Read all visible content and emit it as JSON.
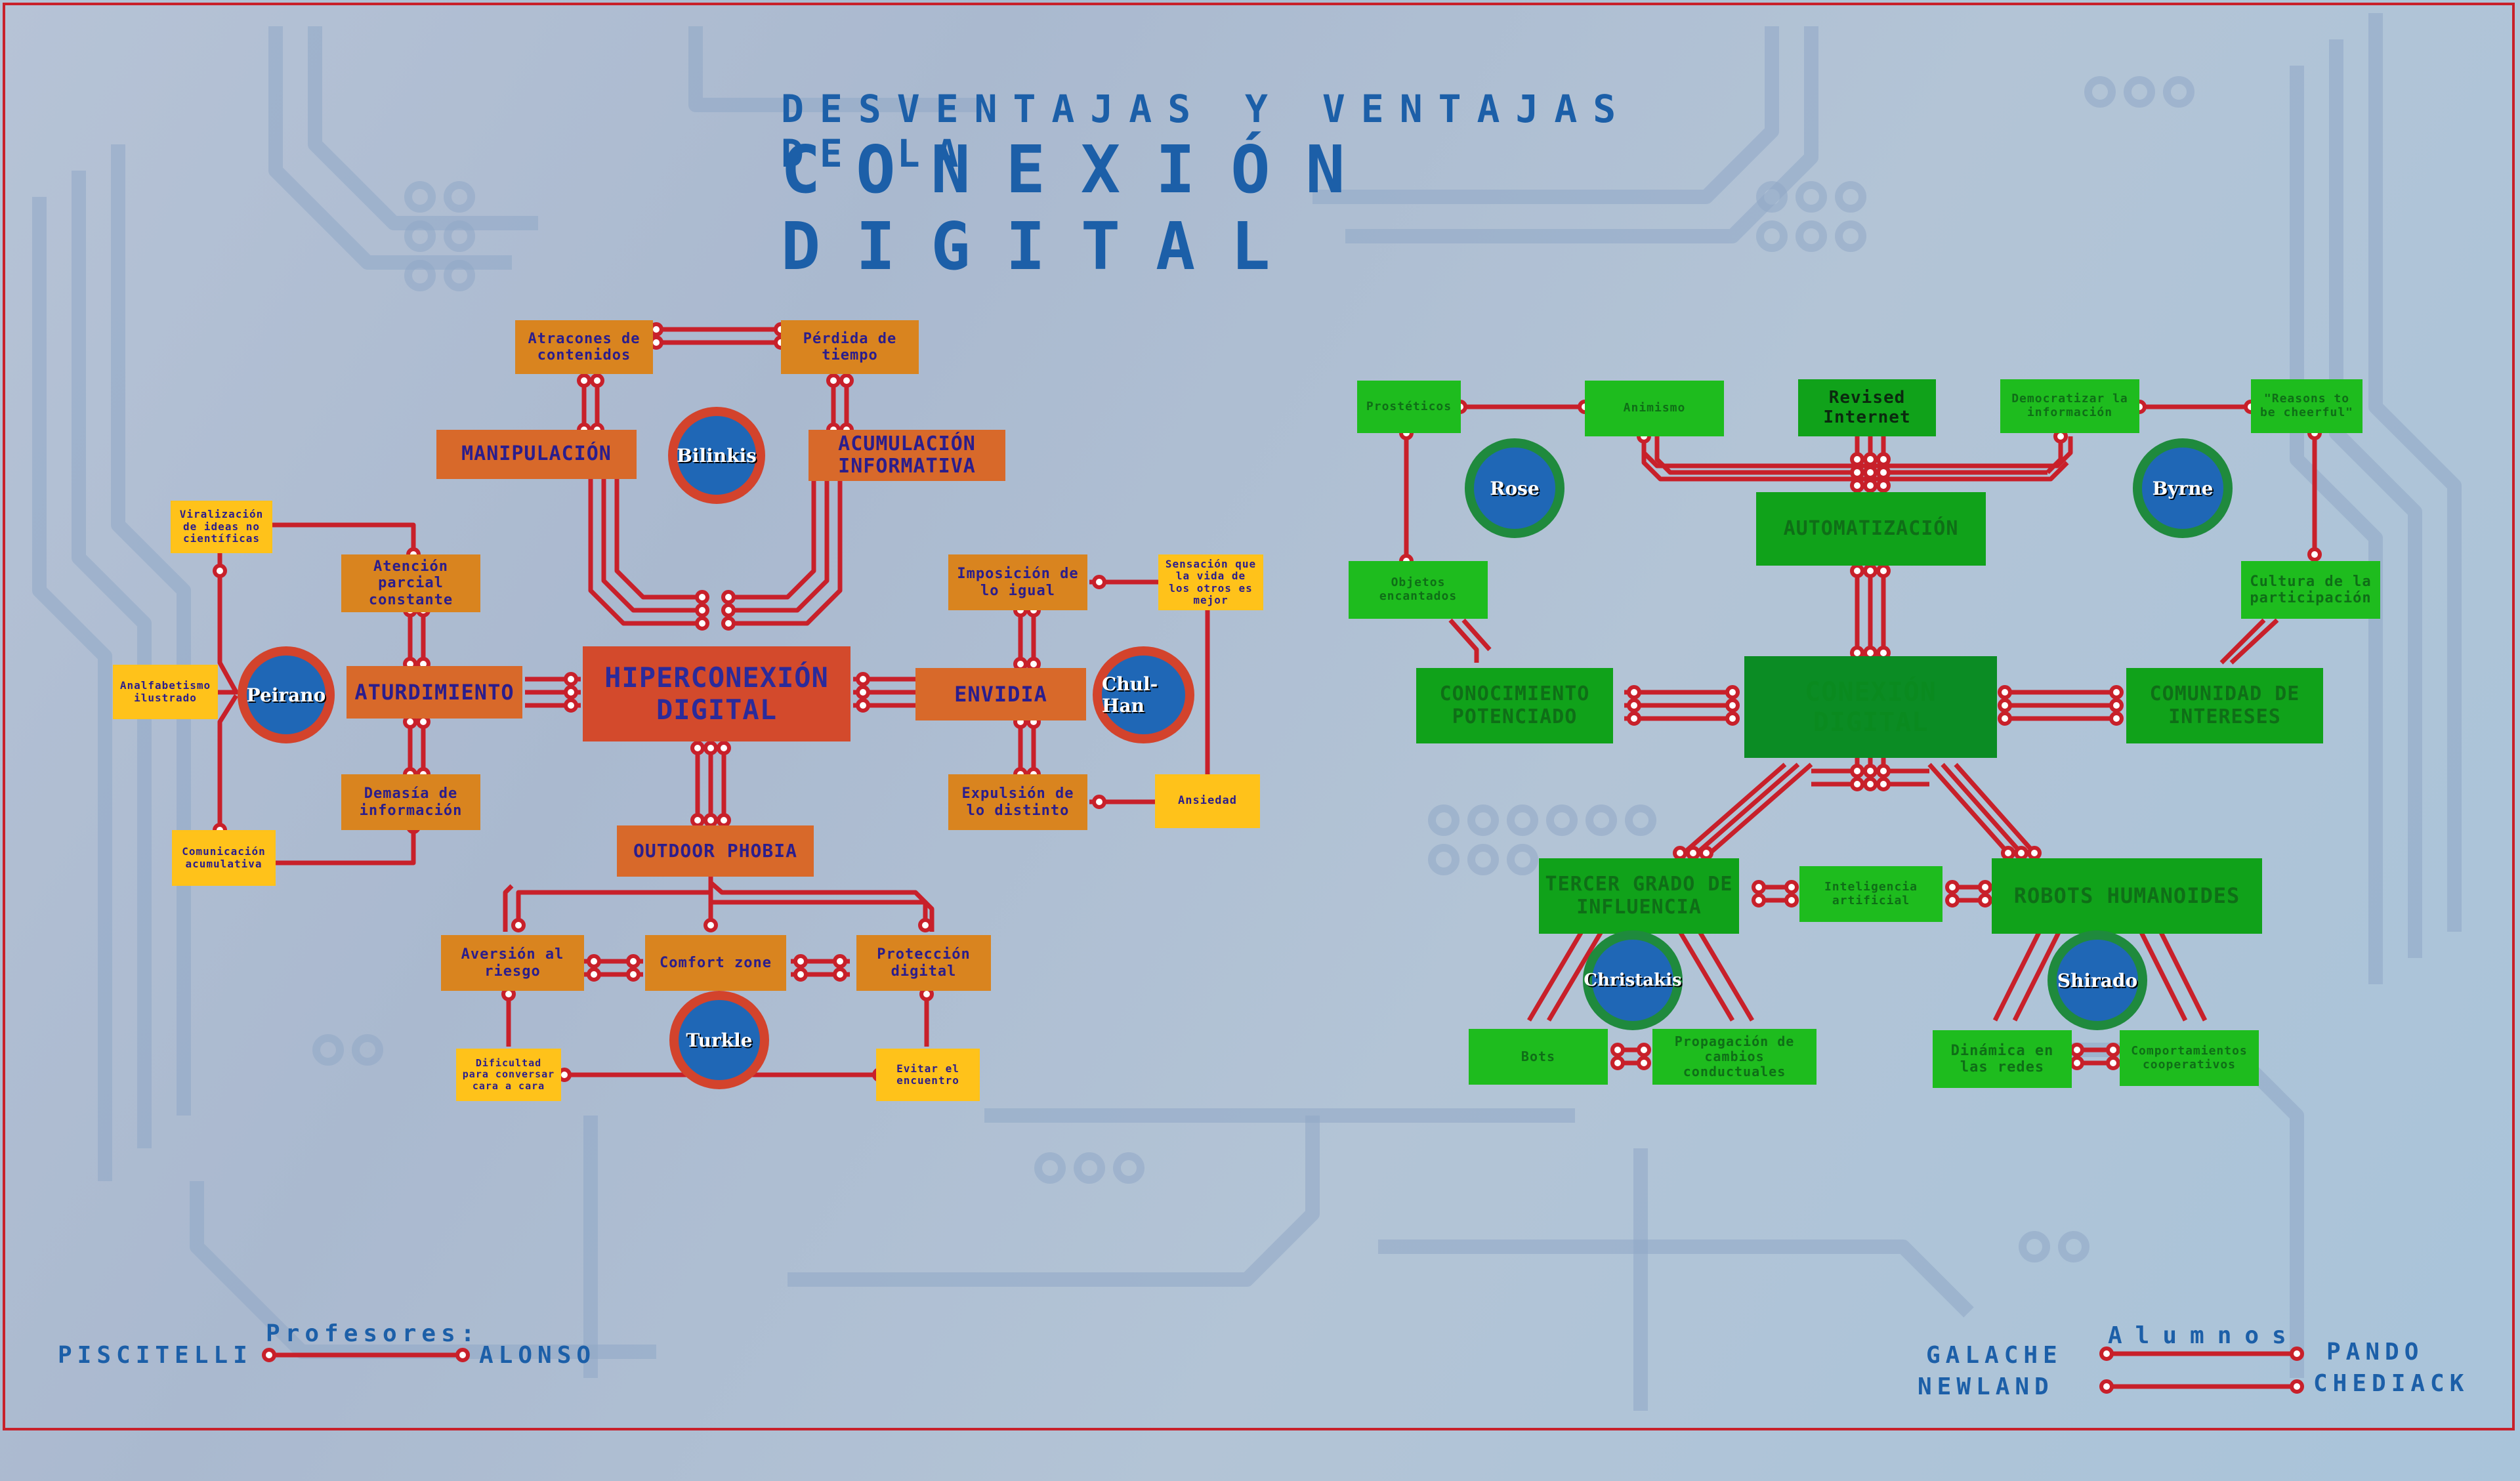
{
  "title": {
    "line1": "DESVENTAJAS Y VENTAJAS DE LA",
    "line2": "CONEXIÓN DIGITAL"
  },
  "left": {
    "center": "HIPERCONEXIÓN DIGITAL",
    "manipulacion": "MANIPULACIÓN",
    "acumulacion": "ACUMULACIÓN INFORMATIVA",
    "atracones": "Atracones de contenidos",
    "perdida": "Pérdida de tiempo",
    "aturdimiento": "ATURDIMIENTO",
    "atencion": "Atención parcial constante",
    "demasia": "Demasía de información",
    "viralizacion": "Viralización de ideas no científicas",
    "analfabetismo": "Analfabetismo ilustrado",
    "comunicacion": "Comunicación acumulativa",
    "envidia": "ENVIDIA",
    "imposicion": "Imposición de lo igual",
    "expulsion": "Expulsión de lo distinto",
    "sensacion": "Sensación que la vida de los otros es mejor",
    "ansiedad": "Ansiedad",
    "outdoor": "OUTDOOR PHOBIA",
    "aversion": "Aversión al riesgo",
    "comfort": "Comfort zone",
    "proteccion": "Protección digital",
    "dificultad": "Dificultad para conversar cara a cara",
    "evitar": "Evitar el encuentro"
  },
  "right": {
    "center": "CONEXIÓN DIGITAL",
    "automatizacion": "AUTOMATIZACIÓN",
    "revised": "Revised Internet",
    "democratizar": "Democratizar la información",
    "animismo": "Animismo",
    "prostetico": "Prostéticos",
    "reasons": "\"Reasons to be cheerful\"",
    "objetos": "Objetos encantados",
    "conocimiento": "CONOCIMIENTO POTENCIADO",
    "cultura": "Cultura de la participación",
    "comunidad": "COMUNIDAD DE INTERESES",
    "tercer": "TERCER GRADO DE INFLUENCIA",
    "inteligencia": "Inteligencia artificial",
    "robots": "ROBOTS HUMANOIDES",
    "bots": "Bots",
    "propagacion": "Propagación de cambios conductuales",
    "dinamica": "Dinámica en las redes",
    "comportamientos": "Comportamientos cooperativos"
  },
  "authors": {
    "bilinkis": "Bilinkis",
    "peirano": "Peirano",
    "chulhan": "Chul-Han",
    "turkle": "Turkle",
    "rose": "Rose",
    "byrne": "Byrne",
    "christakis": "Christakis",
    "shirado": "Shirado"
  },
  "credits": {
    "profesores_label": "Profesores:",
    "prof1": "PISCITELLI",
    "prof2": "ALONSO",
    "alumnos_label": "Alumnos",
    "al1": "GALACHE",
    "al2": "PANDO",
    "al3": "NEWLAND",
    "al4": "CHEDIACK"
  },
  "colors": {
    "wire": "#c8202a",
    "title": "#1c5fa8"
  }
}
